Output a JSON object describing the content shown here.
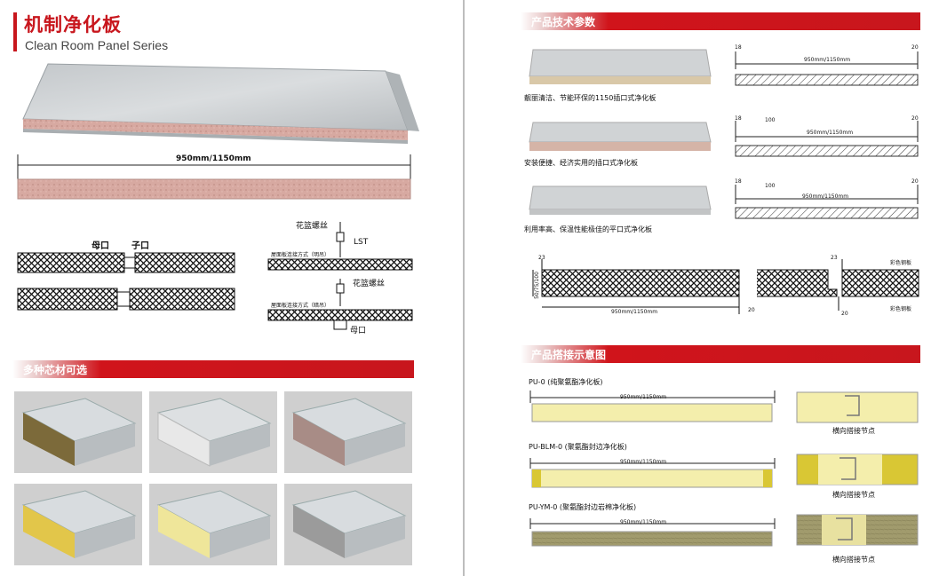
{
  "left": {
    "title_cn": "机制净化板",
    "title_en": "Clean Room Panel Series",
    "width_label": "950mm/1150mm",
    "joint_labels": {
      "female": "母口",
      "male": "子口"
    },
    "connection": {
      "screw": "花篮螺丝",
      "lst": "LST",
      "exposed_caption": "屋面板连接方式（明吊）",
      "concealed_caption": "屋面板连接方式（暗吊）",
      "female": "母口"
    },
    "core_section_title": "多种芯材可选",
    "core_tiles": [
      {
        "name": "rock-wool",
        "color": "#7c6a3a"
      },
      {
        "name": "eps",
        "color": "#e8e8e8"
      },
      {
        "name": "sandwich-foam",
        "color": "#a88c86"
      },
      {
        "name": "glass-wool",
        "color": "#e2c64a"
      },
      {
        "name": "polyurethane",
        "color": "#efe69a"
      },
      {
        "name": "silica-rock",
        "color": "#9b9b9b"
      }
    ]
  },
  "right": {
    "tech_title": "产品技术参数",
    "products": [
      {
        "caption": "靓丽清洁、节能环保的1150插口式净化板",
        "left": "18",
        "right": "20",
        "mid": "",
        "width": "950mm/1150mm"
      },
      {
        "caption": "安装便捷、经济实用的插口式净化板",
        "left": "18",
        "right": "20",
        "mid": "100",
        "width": "950mm/1150mm"
      },
      {
        "caption": "利用率高、保温性能极佳的平口式净化板",
        "left": "18",
        "right": "20",
        "mid": "100",
        "width": "950mm/1150mm"
      }
    ],
    "section_dims": {
      "top_left": "23",
      "thickness": "50/75/100",
      "width": "950mm/1150mm",
      "bottom": "20",
      "top_right": "23",
      "bottom_right": "20",
      "steel_top": "彩色钢板",
      "steel_bottom": "彩色钢板"
    },
    "joint_title": "产品搭接示意图",
    "joints": [
      {
        "name": "PU-0 (纯聚氨酯净化板)",
        "width": "950mm/1150mm",
        "node": "横向搭接节点"
      },
      {
        "name": "PU-BLM-0 (聚氨酯封边净化板)",
        "width": "950mm/1150mm",
        "node": "横向搭接节点"
      },
      {
        "name": "PU-YM-0 (聚氨酯封边岩棉净化板)",
        "width": "950mm/1150mm",
        "node": "横向搭接节点"
      }
    ],
    "colors": {
      "accent": "#c8161d",
      "pu": "#f4eeac",
      "edge": "#d9c734",
      "rockwool": "#a19b6d"
    }
  }
}
